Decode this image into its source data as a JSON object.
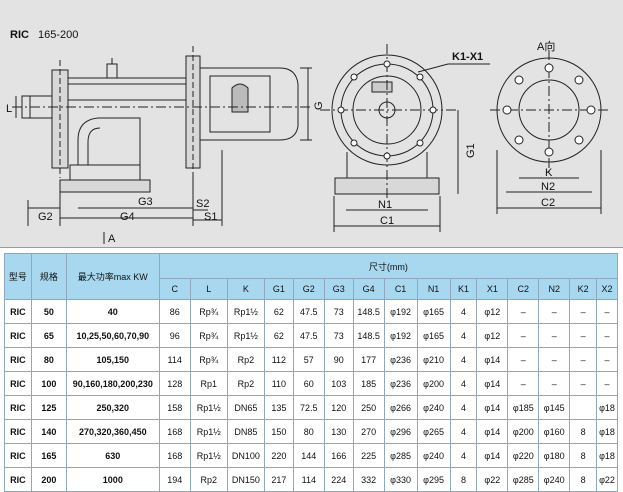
{
  "drawing": {
    "title_model": "RIC",
    "title_range": "165-200",
    "view_label": "A向",
    "section_label": "K1-X1",
    "dims": {
      "L": "L",
      "G": "G",
      "G1": "G1",
      "G2": "G2",
      "G3": "G3",
      "G4": "G4",
      "S1": "S1",
      "S2": "S2",
      "N1": "N1",
      "C1": "C1",
      "K": "K",
      "N2": "N2",
      "C2": "C2",
      "A": "A"
    }
  },
  "table": {
    "col_model": "型号",
    "col_spec": "规格",
    "col_power": "最大功率max KW",
    "dim_group": "尺寸(mm)",
    "dim_cols": [
      "C",
      "L",
      "K",
      "G1",
      "G2",
      "G3",
      "G4",
      "C1",
      "N1",
      "K1",
      "X1",
      "C2",
      "N2",
      "K2",
      "X2"
    ],
    "rows": [
      {
        "model": "RIC",
        "spec": "50",
        "power": "40",
        "C": "86",
        "L": "Rp¾",
        "K": "Rp1½",
        "G1": "62",
        "G2": "47.5",
        "G3": "73",
        "G4": "148.5",
        "C1": "φ192",
        "N1": "φ165",
        "K1": "4",
        "X1": "φ12",
        "C2": "–",
        "N2": "–",
        "K2": "–",
        "X2": "–"
      },
      {
        "model": "RIC",
        "spec": "65",
        "power": "10,25,50,60,70,90",
        "C": "96",
        "L": "Rp¾",
        "K": "Rp1½",
        "G1": "62",
        "G2": "47.5",
        "G3": "73",
        "G4": "148.5",
        "C1": "φ192",
        "N1": "φ165",
        "K1": "4",
        "X1": "φ12",
        "C2": "–",
        "N2": "–",
        "K2": "–",
        "X2": "–"
      },
      {
        "model": "RIC",
        "spec": "80",
        "power": "105,150",
        "C": "114",
        "L": "Rp¾",
        "K": "Rp2",
        "G1": "112",
        "G2": "57",
        "G3": "90",
        "G4": "177",
        "C1": "φ236",
        "N1": "φ210",
        "K1": "4",
        "X1": "φ14",
        "C2": "–",
        "N2": "–",
        "K2": "–",
        "X2": "–"
      },
      {
        "model": "RIC",
        "spec": "100",
        "power": "90,160,180,200,230",
        "C": "128",
        "L": "Rp1",
        "K": "Rp2",
        "G1": "110",
        "G2": "60",
        "G3": "103",
        "G4": "185",
        "C1": "φ236",
        "N1": "φ200",
        "K1": "4",
        "X1": "φ14",
        "C2": "–",
        "N2": "–",
        "K2": "–",
        "X2": "–"
      },
      {
        "model": "RIC",
        "spec": "125",
        "power": "250,320",
        "C": "158",
        "L": "Rp1½",
        "K": "DN65",
        "G1": "135",
        "G2": "72.5",
        "G3": "120",
        "G4": "250",
        "C1": "φ266",
        "N1": "φ240",
        "K1": "4",
        "X1": "φ14",
        "C2": "φ185",
        "N2": "φ145",
        "K2": "",
        "X2": "φ18"
      },
      {
        "model": "RIC",
        "spec": "140",
        "power": "270,320,360,450",
        "C": "168",
        "L": "Rp1½",
        "K": "DN85",
        "G1": "150",
        "G2": "80",
        "G3": "130",
        "G4": "270",
        "C1": "φ296",
        "N1": "φ265",
        "K1": "4",
        "X1": "φ14",
        "C2": "φ200",
        "N2": "φ160",
        "K2": "8",
        "X2": "φ18"
      },
      {
        "model": "RIC",
        "spec": "165",
        "power": "630",
        "C": "168",
        "L": "Rp1½",
        "K": "DN100",
        "G1": "220",
        "G2": "144",
        "G3": "166",
        "G4": "225",
        "C1": "φ285",
        "N1": "φ240",
        "K1": "4",
        "X1": "φ14",
        "C2": "φ220",
        "N2": "φ180",
        "K2": "8",
        "X2": "φ18"
      },
      {
        "model": "RIC",
        "spec": "200",
        "power": "1000",
        "C": "194",
        "L": "Rp2",
        "K": "DN150",
        "G1": "217",
        "G2": "114",
        "G3": "224",
        "G4": "332",
        "C1": "φ330",
        "N1": "φ295",
        "K1": "8",
        "X1": "φ22",
        "C2": "φ285",
        "N2": "φ240",
        "K2": "8",
        "X2": "φ22"
      }
    ]
  }
}
